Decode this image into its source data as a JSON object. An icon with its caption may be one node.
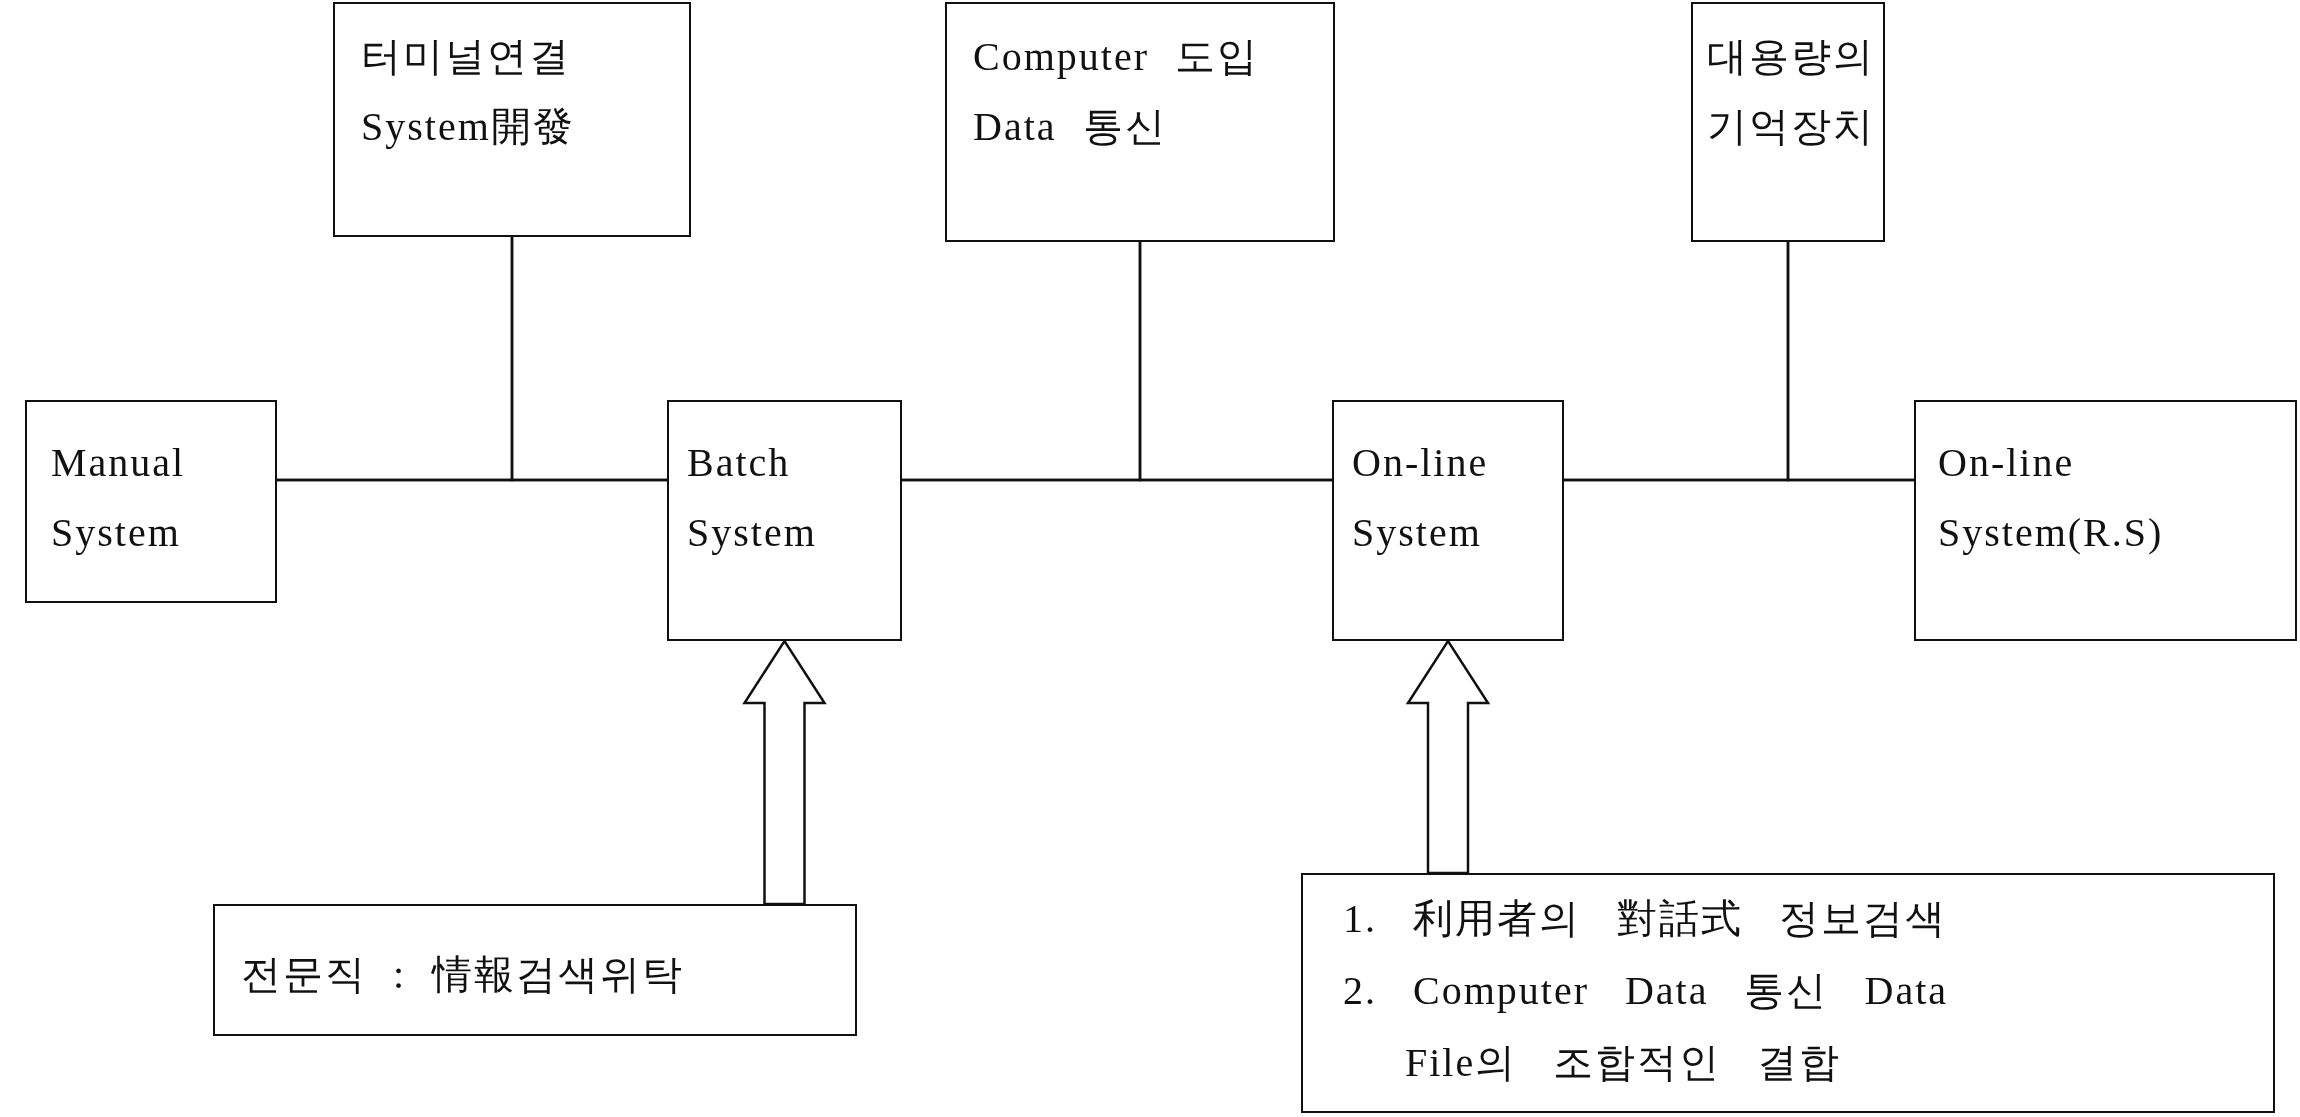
{
  "diagram": {
    "nodes": [
      {
        "text": [
          "터미널연결 System開發"
        ]
      },
      {
        "text": [
          "Computer 도입 Data 통신"
        ]
      },
      {
        "text": [
          "대용량의 기억장치"
        ]
      },
      {
        "text": [
          "Manual System"
        ]
      },
      {
        "text": [
          "Batch System"
        ]
      },
      {
        "text": [
          "On-line System"
        ]
      },
      {
        "text": [
          "On-line System(R.S)"
        ]
      },
      {
        "text": [
          "전문직 : 情報검색위탁"
        ]
      },
      {
        "text": [
          "1. 利用者의 對話式 정보검색",
          "2. Computer Data 통신 Data File의 조합적인 결합"
        ]
      }
    ],
    "edges": [
      {
        "from": 3,
        "to": 4,
        "arrow": "none"
      },
      {
        "from": 0,
        "to": 3,
        "arrow": "none"
      },
      {
        "from": 0,
        "to": 4,
        "arrow": "none"
      },
      {
        "from": 4,
        "to": 5,
        "arrow": "none"
      },
      {
        "from": 1,
        "to": 4,
        "arrow": "none"
      },
      {
        "from": 1,
        "to": 5,
        "arrow": "none"
      },
      {
        "from": 5,
        "to": 6,
        "arrow": "none"
      },
      {
        "from": 2,
        "to": 5,
        "arrow": "none"
      },
      {
        "from": 2,
        "to": 6,
        "arrow": "none"
      },
      {
        "from": 7,
        "to": 4,
        "arrow": "to",
        "style": "thick"
      },
      {
        "from": 8,
        "to": 5,
        "arrow": "to",
        "style": "thick"
      }
    ]
  }
}
